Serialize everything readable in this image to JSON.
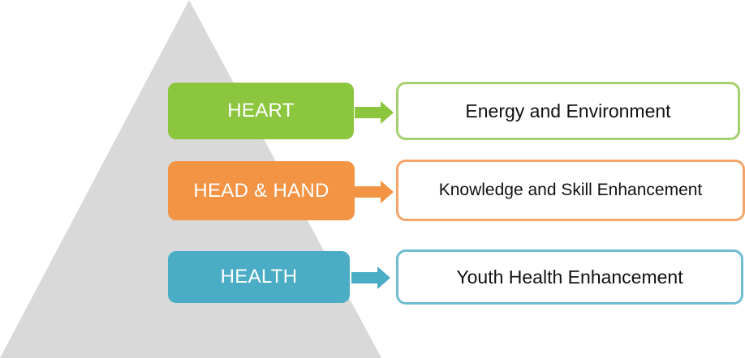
{
  "colors": {
    "pyramid": "#d9d9d9",
    "heart": "#8cc63f",
    "head_hand": "#f39344",
    "health": "#4bacc6"
  },
  "levels": [
    {
      "label": "HEART",
      "description": "Energy and Environment"
    },
    {
      "label": "HEAD & HAND",
      "description": "Knowledge and Skill Enhancement"
    },
    {
      "label": "HEALTH",
      "description": "Youth Health Enhancement"
    }
  ]
}
